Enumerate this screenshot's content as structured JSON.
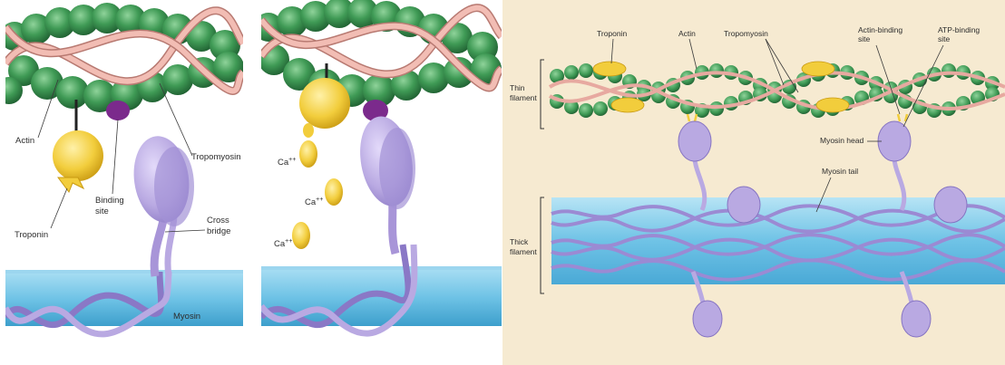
{
  "panel_left": {
    "labels": {
      "actin": "Actin",
      "troponin": "Troponin",
      "binding_site_1": "Binding",
      "binding_site_2": "site",
      "tropomyosin": "Tropomyosin",
      "cross_bridge_1": "Cross",
      "cross_bridge_2": "bridge",
      "myosin": "Myosin"
    }
  },
  "panel_middle": {
    "labels": {
      "ca_1": "Ca",
      "ca_2": "Ca",
      "ca_3": "Ca",
      "ca_superscript": "++"
    }
  },
  "panel_right": {
    "labels": {
      "troponin": "Troponin",
      "actin": "Actin",
      "tropomyosin": "Tropomyosin",
      "actin_binding_site_1": "Actin-binding",
      "actin_binding_site_2": "site",
      "atp_binding_site_1": "ATP-binding",
      "atp_binding_site_2": "site",
      "thin_filament_1": "Thin",
      "thin_filament_2": "filament",
      "myosin_head": "Myosin head",
      "myosin_tail": "Myosin tail",
      "thick_filament_1": "Thick",
      "thick_filament_2": "filament"
    }
  },
  "colors": {
    "actin_green": "#3f9a55",
    "tropomyosin_pink": "#e7a9a0",
    "troponin_yellow": "#f2cd3c",
    "myosin_lavender": "#b9a9e2",
    "binding_site_purple": "#7b2a8c",
    "thick_filament_blue": "#6fc3e6",
    "right_panel_bg": "#f6ead1"
  }
}
